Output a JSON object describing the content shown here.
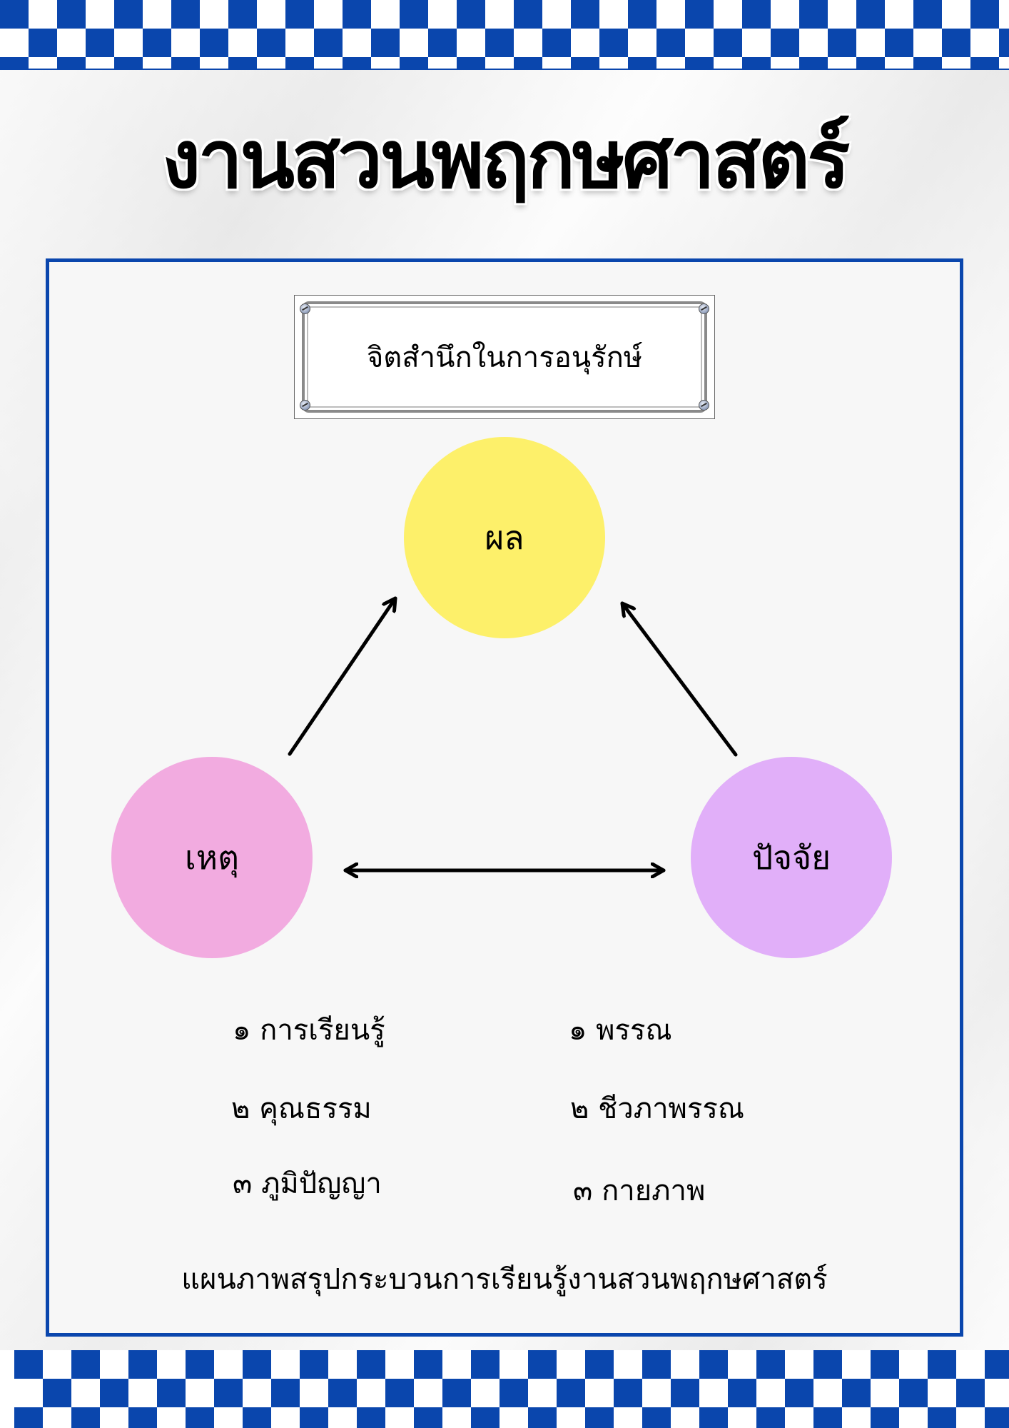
{
  "title": "งานสวนพฤกษศาสตร์",
  "plaque": {
    "label": "จิตสำนึกในการอนุรักษ์"
  },
  "nodes": {
    "result": {
      "label": "ผล",
      "color": "#fdf06a"
    },
    "cause": {
      "label": "เหตุ",
      "color": "#f2abe0"
    },
    "factor": {
      "label": "ปัจจัย",
      "color": "#e1aff9"
    }
  },
  "cause_list": [
    {
      "num": "๑",
      "text": "การเรียนรู้"
    },
    {
      "num": "๒",
      "text": "คุณธรรม"
    },
    {
      "num": "๓",
      "text": "ภูมิปัญญา"
    }
  ],
  "factor_list": [
    {
      "num": "๑",
      "text": "พรรณ"
    },
    {
      "num": "๒",
      "text": "ชีวภาพรรณ"
    },
    {
      "num": "๓",
      "text": "กายภาพ"
    }
  ],
  "caption": "แผนภาพสรุปกระบวนการเรียนรู้งานสวนพฤกษศาสตร์",
  "colors": {
    "accent_blue": "#0a46ad",
    "panel_bg": "#f7f7f7"
  }
}
